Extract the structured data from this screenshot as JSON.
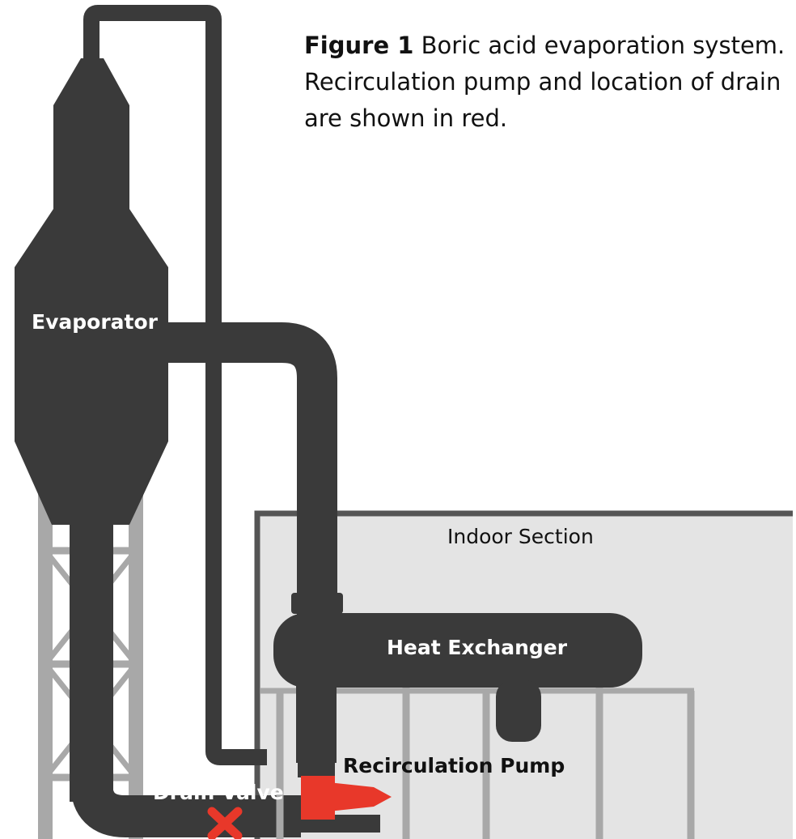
{
  "caption": {
    "lead": "Figure 1",
    "text": "Boric acid evaporation system. Recirculation pump and location of drain are shown in red."
  },
  "labels": {
    "evaporator": "Evaporator",
    "indoor_section": "Indoor Section",
    "heat_exchanger": "Heat Exchanger",
    "recirculation_pump": "Recirculation Pump",
    "drain_valve": "Drain Valve"
  },
  "colors": {
    "equipment": "#3a3a3a",
    "structure": "#a8a8a8",
    "indoor_fill": "#e4e4e4",
    "indoor_border": "#555555",
    "highlight": "#e8382a"
  }
}
